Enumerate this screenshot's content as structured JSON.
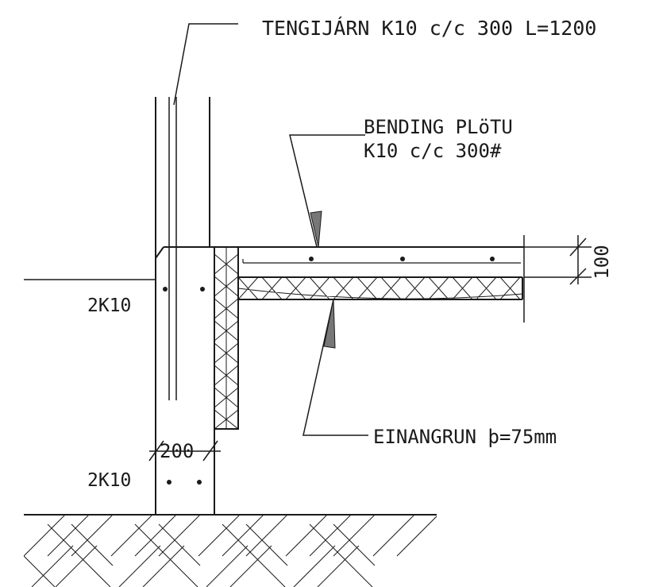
{
  "labels": {
    "top_rebar": "TENGIJÁRN K10 c/c 300 L=1200",
    "slab_rebar_line1": "BENDING PLöTU",
    "slab_rebar_line2": "K10 c/c 300#",
    "slab_thickness": "100",
    "wall_top_bars": "2K10",
    "wall_thickness": "200",
    "footing_bars": "2K10",
    "insulation": "EINANGRUN þ=75mm"
  },
  "colors": {
    "ink": "#1a1a1a",
    "arrow_fill": "#777777",
    "background": "#ffffff"
  }
}
